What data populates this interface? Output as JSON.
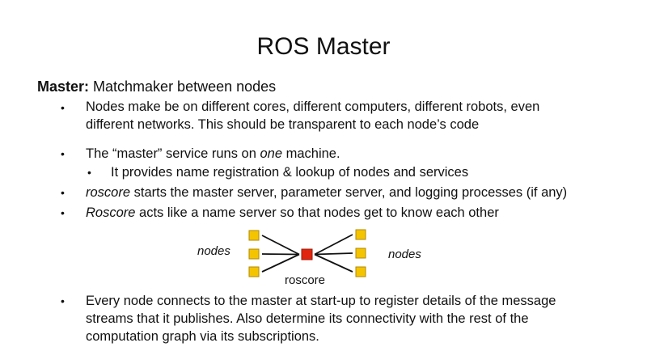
{
  "slide": {
    "title": "ROS Master",
    "heading_bold": "Master:",
    "heading_rest": " Matchmaker between nodes",
    "bullets": [
      {
        "parts": [
          {
            "t": "Nodes make be on different cores, different computers, different robots, even",
            "i": false
          }
        ]
      },
      {
        "parts": [
          {
            "t": "different networks.  This should be transparent to each node’s code",
            "i": false
          }
        ]
      },
      {
        "parts": [
          {
            "t": "The “master” service runs on ",
            "i": false
          },
          {
            "t": "one",
            "i": true
          },
          {
            "t": " machine.",
            "i": false
          }
        ]
      },
      {
        "parts": [
          {
            "t": "It provides name registration & lookup of nodes and services",
            "i": false
          }
        ]
      },
      {
        "parts": [
          {
            "t": "roscore",
            "i": true
          },
          {
            "t": " starts the master server, parameter server, and logging processes (if any)",
            "i": false
          }
        ]
      },
      {
        "parts": [
          {
            "t": "Roscore",
            "i": true
          },
          {
            "t": " acts like a name server so that nodes get to know each other",
            "i": false
          }
        ]
      },
      {
        "parts": [
          {
            "t": "Every node connects to the master at start-up to register details of the message",
            "i": false
          }
        ]
      },
      {
        "parts": [
          {
            "t": "streams that it publishes.  Also determine its connectivity with the rest of the",
            "i": false
          }
        ]
      },
      {
        "parts": [
          {
            "t": "computation graph via its subscriptions.",
            "i": false
          }
        ]
      }
    ],
    "bullet_glyph": "•",
    "diagram": {
      "left_label": "nodes",
      "right_label": "nodes",
      "center_label": "roscore",
      "node_color": "#f5c400",
      "node_border": "#b08a00",
      "core_color": "#e0260e",
      "core_border": "#9a1a08",
      "left_nodes": 3,
      "right_nodes": 3
    }
  }
}
